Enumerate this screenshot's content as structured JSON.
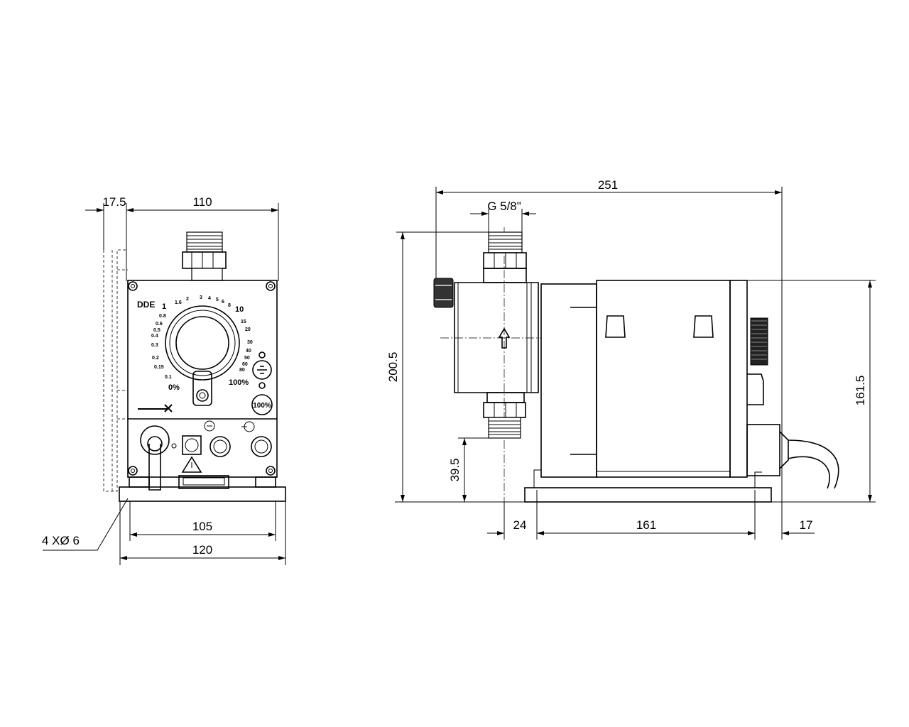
{
  "front_view": {
    "dimensions": {
      "offset": "17.5",
      "width": "110",
      "hole_spacing": "105",
      "base_width": "120",
      "holes": "4 XØ 6"
    },
    "panel": {
      "model": "DDE",
      "dial_scale": [
        "1",
        "1.6",
        "2",
        "3",
        "4",
        "5",
        "6",
        "8",
        "10",
        "15",
        "20",
        "30",
        "40",
        "50",
        "60",
        "80",
        "100%",
        "0%",
        "0.1",
        "0.15",
        "0.2",
        "0.3",
        "0.4",
        "0.5",
        "0.6",
        "0.8"
      ],
      "button_100": "100%"
    }
  },
  "side_view": {
    "dimensions": {
      "length": "251",
      "connection": "G 5/8\"",
      "height": "200.5",
      "inlet_height": "39.5",
      "body_height": "161.5",
      "front_offset": "24",
      "hole_spacing": "161",
      "rear_offset": "17"
    }
  }
}
